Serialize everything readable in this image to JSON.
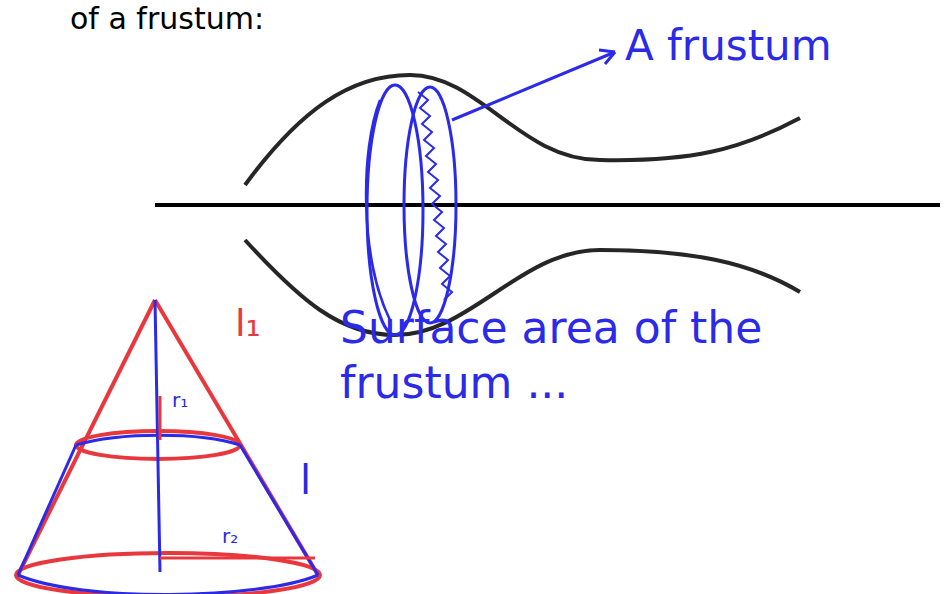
{
  "diagram": {
    "labels": [
      "of a frustum:",
      "A frustum",
      "l₁",
      "r₁",
      "l",
      "r₂",
      "Surface area of the frustum ..."
    ]
  }
}
